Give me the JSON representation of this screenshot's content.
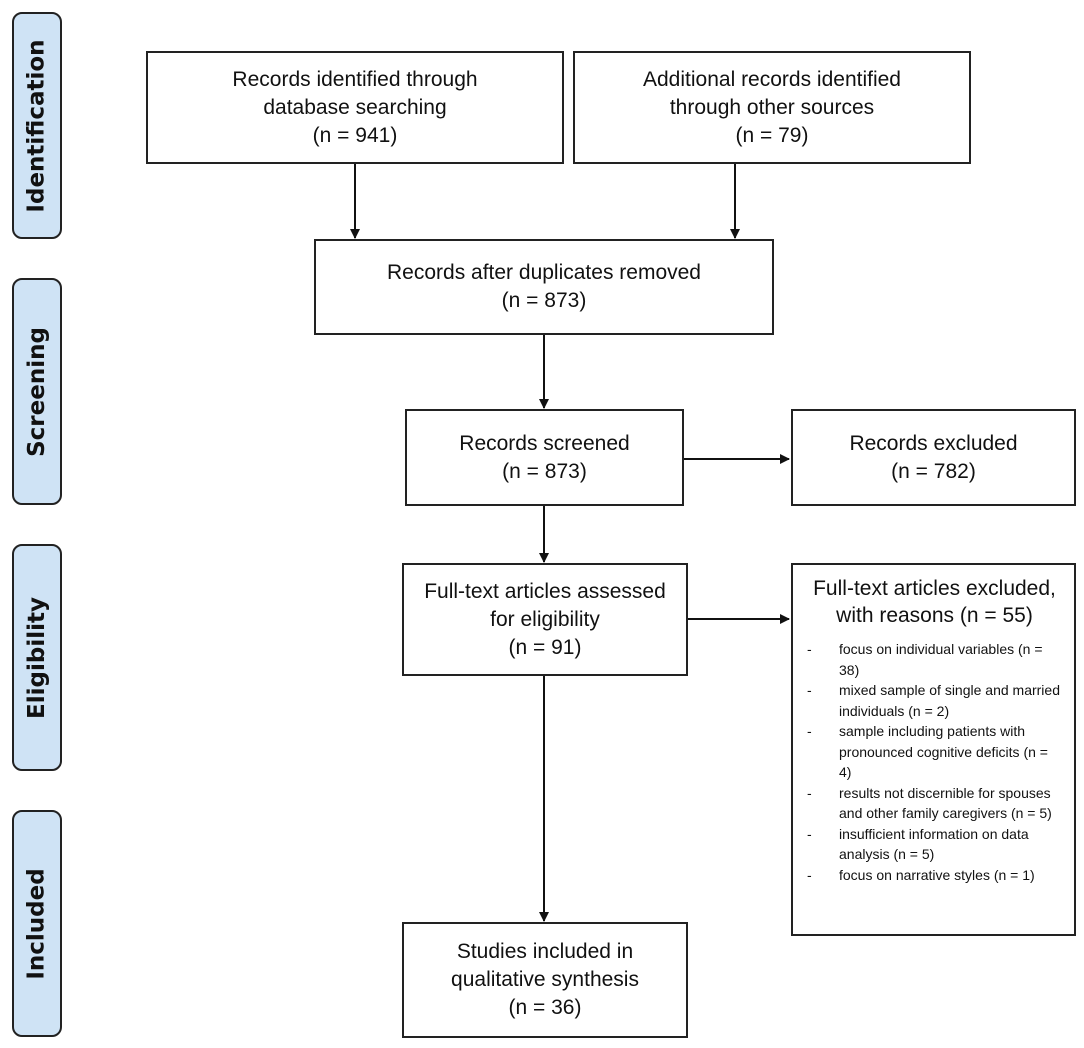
{
  "phases": {
    "identification": "Identification",
    "screening": "Screening",
    "eligibility": "Eligibility",
    "included": "Included"
  },
  "boxes": {
    "database": {
      "line1": "Records identified through",
      "line2": "database searching",
      "line3": "(n = 941)"
    },
    "other": {
      "line1": "Additional records identified",
      "line2": "through other sources",
      "line3": "(n = 79)"
    },
    "duplicates": {
      "line1": "Records after duplicates removed",
      "line2": "(n = 873)"
    },
    "screened": {
      "line1": "Records screened",
      "line2": "(n = 873)"
    },
    "excluded": {
      "line1": "Records excluded",
      "line2": "(n = 782)"
    },
    "fulltext": {
      "line1": "Full-text articles assessed",
      "line2": "for eligibility",
      "line3": "(n = 91)"
    },
    "included": {
      "line1": "Studies included in",
      "line2": "qualitative synthesis",
      "line3": "(n = 36)"
    }
  },
  "fulltext_excluded": {
    "title1": "Full-text articles excluded,",
    "title2": "with reasons (n = 55)",
    "reasons": [
      "focus on individual variables (n = 38)",
      "mixed sample of single and married individuals (n = 2)",
      "sample including patients with pronounced cognitive deficits (n = 4)",
      "results not discernible for spouses and other family caregivers (n = 5)",
      "insufficient information on data analysis (n = 5)",
      "focus on narrative styles (n = 1)"
    ]
  }
}
